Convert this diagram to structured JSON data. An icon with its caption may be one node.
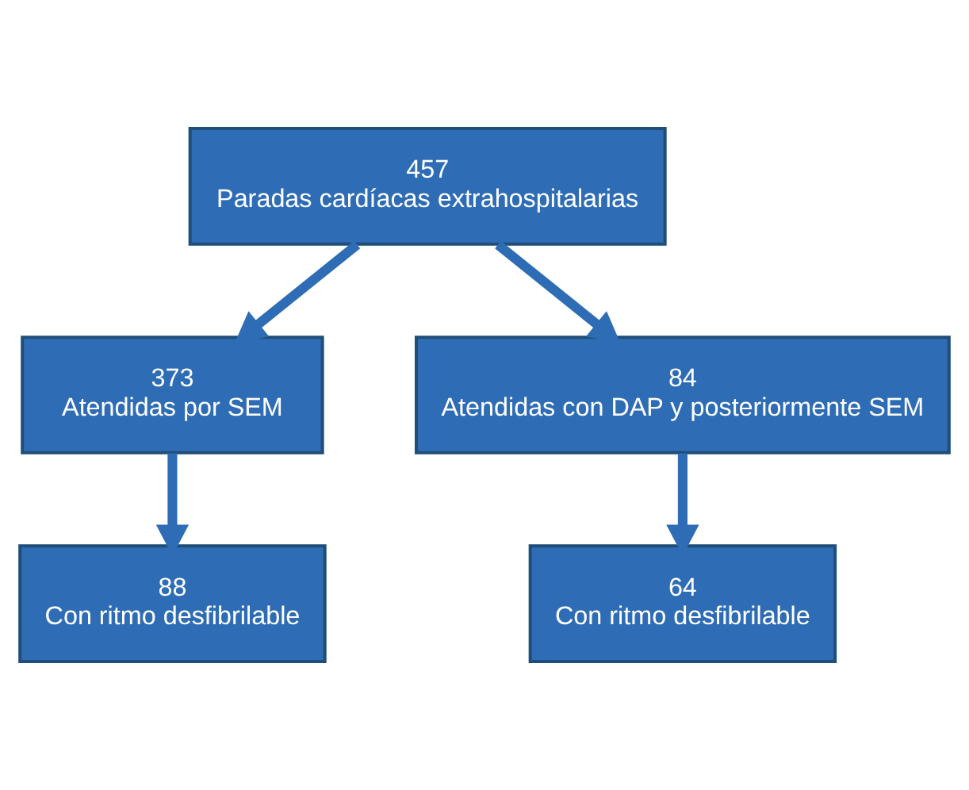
{
  "diagram": {
    "nodes": [
      {
        "text": [
          "457",
          "Paradas cardíacas extrahospitalarias"
        ]
      },
      {
        "text": [
          "373",
          "Atendidas por SEM"
        ]
      },
      {
        "text": [
          "84",
          "Atendidas con DAP y posteriormente SEM"
        ]
      },
      {
        "text": [
          "88",
          "Con ritmo desfibrilable"
        ]
      },
      {
        "text": [
          "64",
          "Con ritmo desfibrilable"
        ]
      }
    ],
    "edges": [
      {
        "from": 0,
        "to": 1,
        "arrow": "to"
      },
      {
        "from": 0,
        "to": 2,
        "arrow": "to"
      },
      {
        "from": 1,
        "to": 3,
        "arrow": "to"
      },
      {
        "from": 2,
        "to": 4,
        "arrow": "to"
      }
    ]
  }
}
